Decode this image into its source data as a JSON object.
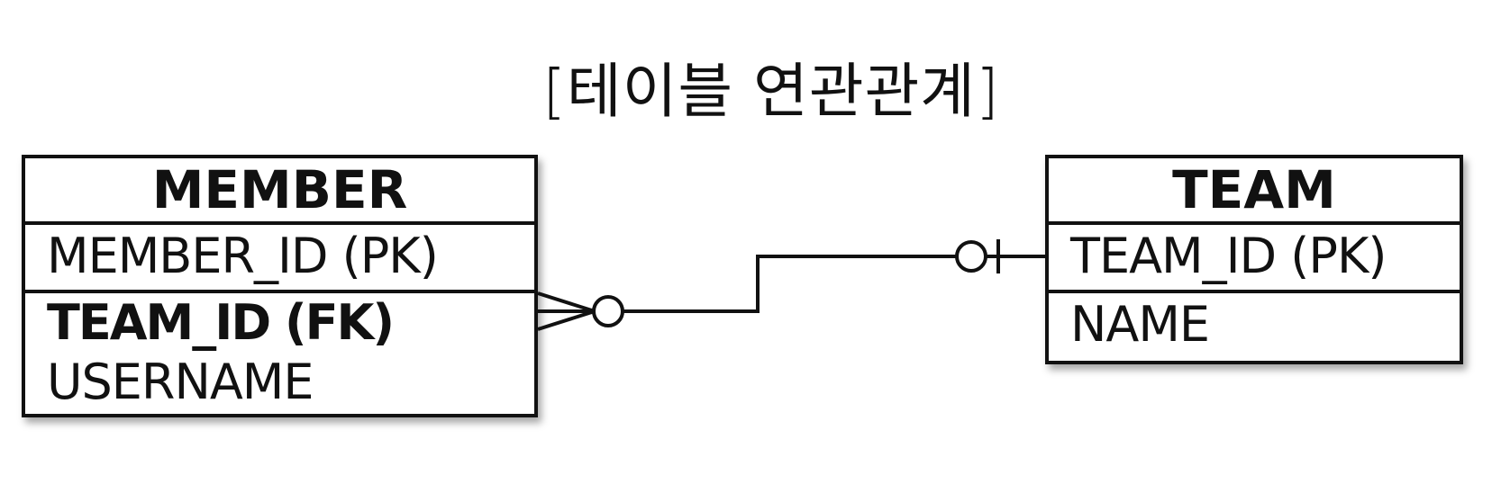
{
  "title": "[테이블 연관관계]",
  "member": {
    "name": "MEMBER",
    "pk_column": "MEMBER_ID (PK)",
    "fk_column": "TEAM_ID (FK)",
    "other_column": "USERNAME"
  },
  "team": {
    "name": "TEAM",
    "pk_column": "TEAM_ID (PK)",
    "other_column": "NAME"
  },
  "relationship": {
    "member_side": "zero-or-many",
    "team_side": "zero-or-one"
  }
}
